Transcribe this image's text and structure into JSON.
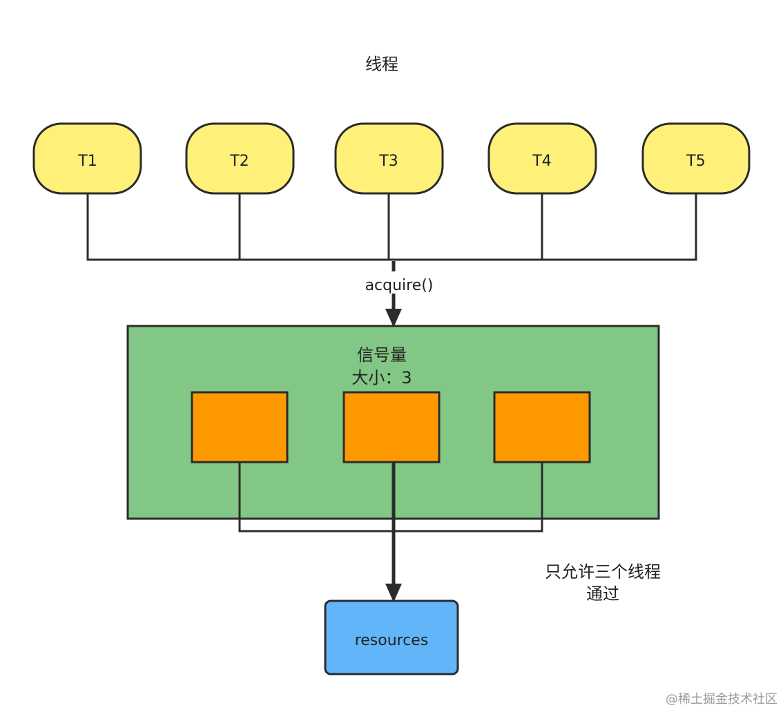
{
  "title": "线程",
  "threads": [
    {
      "label": "T1"
    },
    {
      "label": "T2"
    },
    {
      "label": "T3"
    },
    {
      "label": "T4"
    },
    {
      "label": "T5"
    }
  ],
  "acquire_label": "acquire()",
  "semaphore": {
    "name": "信号量",
    "size_label": "大小：3",
    "permits": 3
  },
  "resource_label": "resources",
  "note_line1": "只允许三个线程",
  "note_line2": "通过",
  "watermark": "@稀土掘金技术社区",
  "colors": {
    "thread_fill": "#fff07a",
    "semaphore_fill": "#82c785",
    "permit_fill": "#ff9900",
    "resource_fill": "#62b5f8",
    "stroke": "#2b2b2b"
  }
}
